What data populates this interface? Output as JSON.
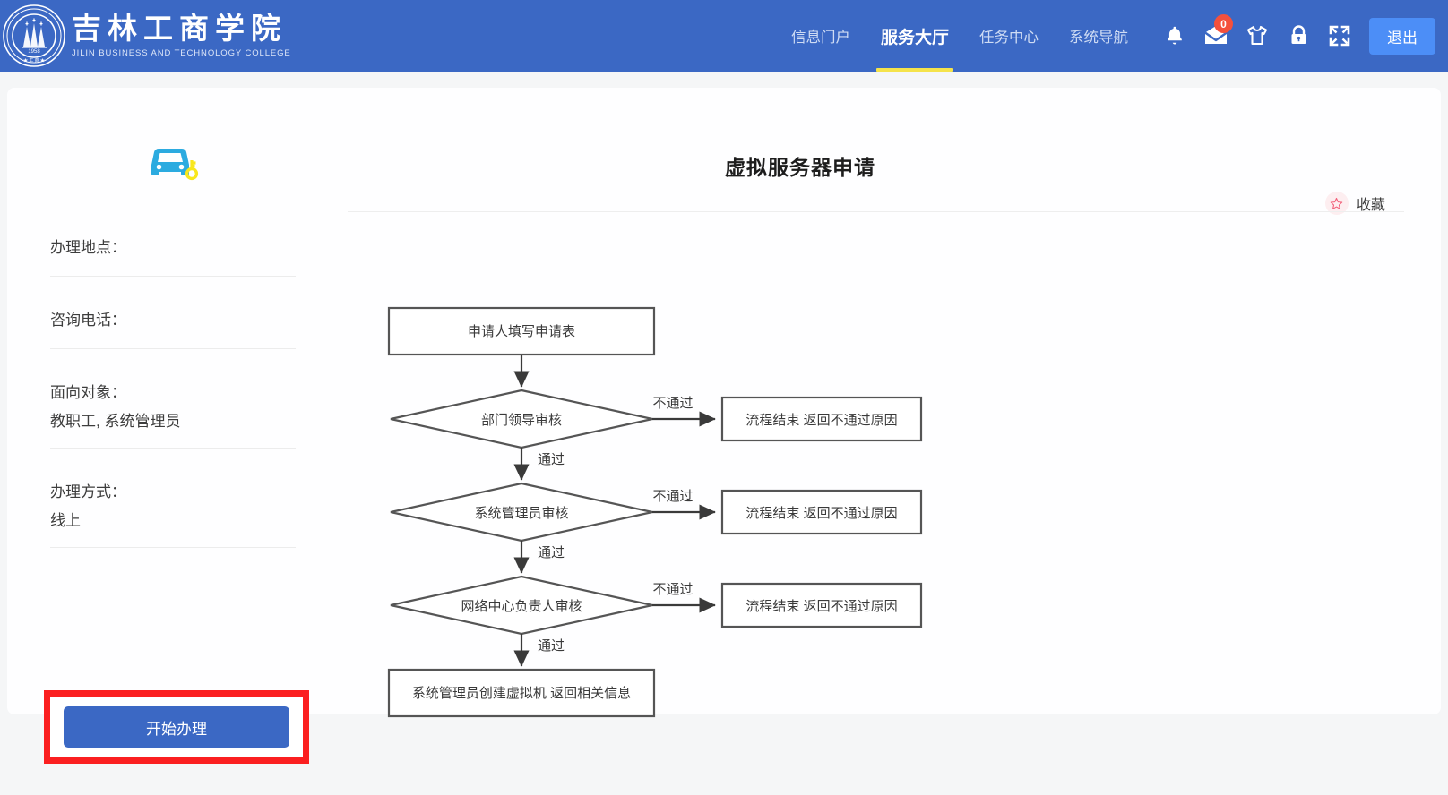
{
  "header": {
    "brand_cn": "吉林工商学院",
    "brand_en": "JILIN BUSINESS AND TECHNOLOGY COLLEGE",
    "seal_year": "1958",
    "brand_color": "#3b68c4",
    "accent_color": "#f5e34b",
    "nav": [
      {
        "label": "信息门户",
        "active": false
      },
      {
        "label": "服务大厅",
        "active": true
      },
      {
        "label": "任务中心",
        "active": false
      },
      {
        "label": "系统导航",
        "active": false
      }
    ],
    "icons": [
      {
        "name": "bell-icon",
        "label": "通知"
      },
      {
        "name": "mail-icon",
        "label": "站内信",
        "badge": "0"
      },
      {
        "name": "theme-shirt-icon",
        "label": "换肤"
      },
      {
        "name": "lock-icon",
        "label": "锁屏"
      },
      {
        "name": "fullscreen-icon",
        "label": "全屏"
      }
    ],
    "logout_label": "退出"
  },
  "sidebar": {
    "service_icon": "car-key-icon",
    "fields": [
      {
        "label": "办理地点：",
        "value": ""
      },
      {
        "label": "咨询电话：",
        "value": ""
      },
      {
        "label": "面向对象：",
        "value": "教职工, 系统管理员"
      },
      {
        "label": "办理方式：",
        "value": "线上"
      }
    ],
    "start_button": "开始办理",
    "highlight_color": "#fb1f20"
  },
  "content": {
    "title": "虚拟服务器申请",
    "favorite_label": "收藏",
    "favorite_icon": "star-outline-icon"
  },
  "flow": {
    "start_box": "申请人填写申请表",
    "steps": [
      {
        "decision": "部门领导审核",
        "reject_label": "不通过",
        "reject_box": "流程结束 返回不通过原因",
        "pass_label": "通过"
      },
      {
        "decision": "系统管理员审核",
        "reject_label": "不通过",
        "reject_box": "流程结束 返回不通过原因",
        "pass_label": "通过"
      },
      {
        "decision": "网络中心负责人审核",
        "reject_label": "不通过",
        "reject_box": "流程结束 返回不通过原因",
        "pass_label": "通过"
      }
    ],
    "final_box": "系统管理员创建虚拟机 返回相关信息"
  }
}
